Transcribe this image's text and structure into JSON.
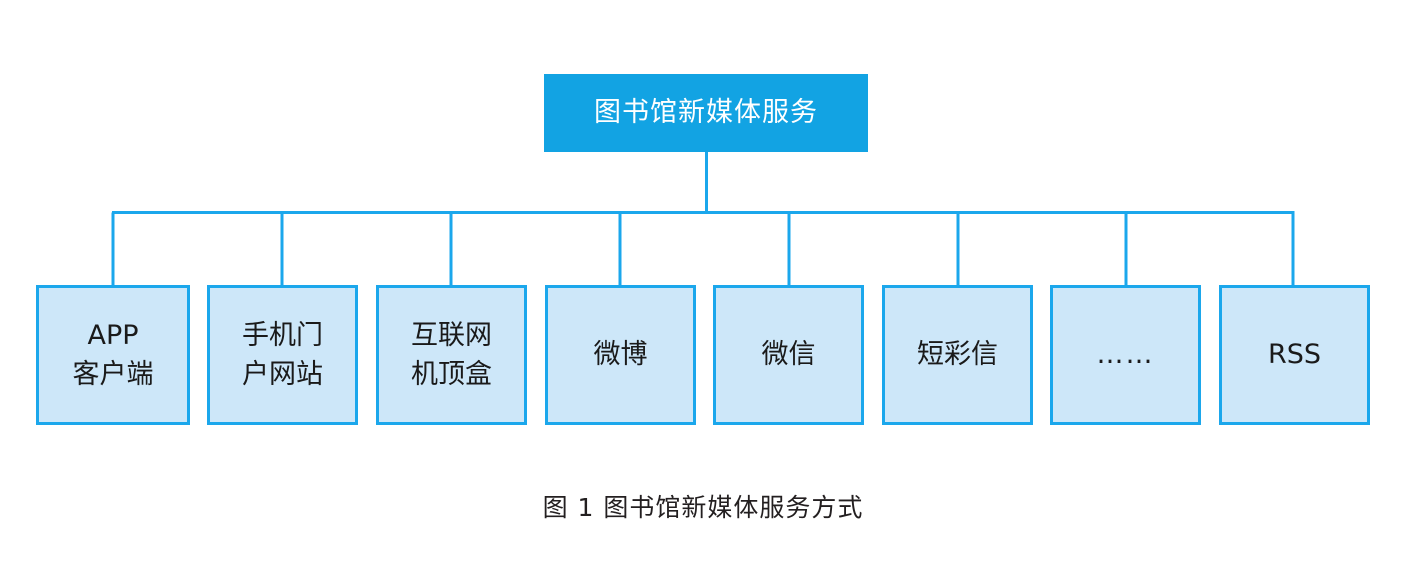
{
  "figure": {
    "caption": "图 1  图书馆新媒体服务方式",
    "colors": {
      "root_fill": "#12A3E3",
      "root_text": "#FFFFFF",
      "leaf_fill": "#CDE7F9",
      "leaf_border": "#1BA7EC",
      "connector": "#1BA7EC",
      "caption_text": "#231F20",
      "background": "#FFFFFF"
    }
  },
  "diagram": {
    "type": "tree",
    "root": {
      "label": "图书馆新媒体服务"
    },
    "children": [
      {
        "line1": "APP",
        "line2": "客户端"
      },
      {
        "line1": "手机门",
        "line2": "户网站"
      },
      {
        "line1": "互联网",
        "line2": "机顶盒"
      },
      {
        "line1": "微博",
        "line2": ""
      },
      {
        "line1": "微信",
        "line2": ""
      },
      {
        "line1": "短彩信",
        "line2": ""
      },
      {
        "line1": "……",
        "line2": ""
      },
      {
        "line1": "RSS",
        "line2": ""
      }
    ]
  }
}
